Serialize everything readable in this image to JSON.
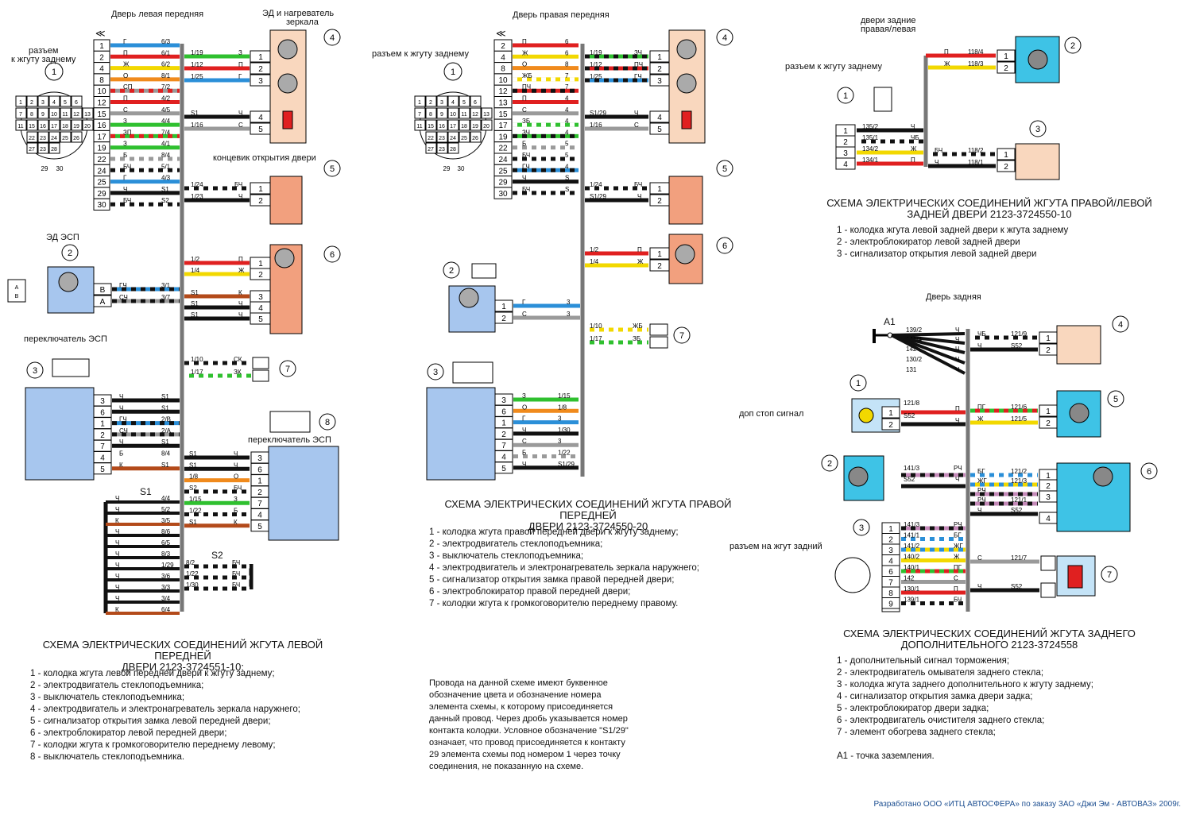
{
  "left_panel": {
    "door_label": "Дверь левая передняя",
    "mirror_label_1": "ЭД и нагреватель",
    "mirror_label_2": "зеркала",
    "connector_label_1": "разъем",
    "connector_label_2": "к жгуту заднему",
    "latch_switch_label": "концевик открытия двери",
    "esp_motor_label": "ЭД ЭСП",
    "esp_switch_label": "переключатель ЭСП",
    "esp_switch_label2": "переключатель ЭСП",
    "s1": "S1",
    "s2": "S2",
    "title_1": "СХЕМА ЭЛЕКТРИЧЕСКИХ СОЕДИНЕНИЙ ЖГУТА ЛЕВОЙ ПЕРЕДНЕЙ",
    "title_2": "ДВЕРИ 2123-3724551-10:",
    "legend": [
      "1 - колодка жгута левой передней двери к жгуту заднему;",
      "2 - электродвигатель стеклоподъемника;",
      "3 - выключатель стеклоподъемника;",
      "4 - электродвигатель и электронагреватель зеркала наружнего;",
      "5 - сигнализатор открытия замка левой передней двери;",
      "6 - электроблокиратор левой передней двери;",
      "7 - колодки жгута к громкоговорителю переднему левому;",
      "8  -  выключатель стеклоподъемника."
    ]
  },
  "middle_panel": {
    "door_label": "Дверь правая передняя",
    "connector_label": "разъем к жгуту заднему",
    "title_1": "СХЕМА ЭЛЕКТРИЧЕСКИХ СОЕДИНЕНИЙ ЖГУТА ПРАВОЙ ПЕРЕДНЕЙ",
    "title_2": "ДВЕРИ 2123-3724550-20",
    "legend": [
      "1 - колодка жгута правой передней двери к жгуту заднему;",
      "2 - электродвигатель стеклоподъемника;",
      "3 - выключатель стеклоподъемника;",
      "4 - электродвигатель и электронагреватель зеркала наружнего;",
      "5 - сигнализатор открытия замка правой передней двери;",
      "6 - электроблокиратор правой передней двери;",
      "7 - колодки жгута к громкоговорителю переднему правому."
    ],
    "note": [
      "Провода на данной схеме имеют буквенное",
      "обозначение цвета и обозначение номера",
      "элемента схемы, к которому присоединяется",
      "данный провод. Через дробь указывается номер",
      "контакта колодки.  Условное обозначение \"S1/29\"",
      "означает, что провод присоединяется к контакту",
      "29  элемента схемы под номером  1 через точку",
      "соединения, не показанную на схеме."
    ]
  },
  "rear_side_panel": {
    "label_1": "двери задние",
    "label_2": "правая/левая",
    "connector_label": "разъем к жгуту заднему",
    "title_1": "СХЕМА ЭЛЕКТРИЧЕСКИХ СОЕДИНЕНИЙ ЖГУТА ПРАВОЙ/ЛЕВОЙ",
    "title_2": "ЗАДНЕЙ ДВЕРИ 2123-3724550-10",
    "legend": [
      "1 - колодка жгута левой задней двери к жгута заднему",
      "2 - электроблокиратор левой задней двери",
      "3 - сигнализатор открытия левой задней двери"
    ],
    "wires": [
      {
        "label": "135/2",
        "letter": "Ч"
      },
      {
        "label": "135/1",
        "letter": "ЧБ"
      },
      {
        "label": "134/2",
        "letter": "Ж"
      },
      {
        "label": "134/1",
        "letter": "П"
      }
    ]
  },
  "tailgate_panel": {
    "label": "Дверь задняя",
    "ground": "А1",
    "stop_label": "доп стоп сигнал",
    "connector_label": "разъем на жгут задний",
    "title_1": "СХЕМА ЭЛЕКТРИЧЕСКИХ СОЕДИНЕНИЙ ЖГУТА ЗАДНЕГО",
    "title_2": "ДОПОЛНИТЕЛЬНОГО 2123-3724558",
    "legend": [
      "1 - дополнительный сигнал торможения;",
      "2 - электродвигатель омывателя заднего стекла;",
      "3 - колодка жгута заднего дополнительного к жгуту заднему;",
      "4 - сигнализатор открытия замка двери задка;",
      "5 - электроблокиратор двери задка;",
      "6 - электродвигатель очистителя заднего стекла;",
      "7 - элемент обогрева заднего стекла;",
      "",
      "А1 - точка заземления."
    ],
    "connector3_wires": [
      {
        "pin": "1",
        "label": "141/3",
        "letter": "РЧ"
      },
      {
        "pin": "2",
        "label": "141/1",
        "letter": "БГ"
      },
      {
        "pin": "3",
        "label": "141/2",
        "letter": "ЖГ"
      },
      {
        "pin": "4",
        "label": "140/2",
        "letter": "Ж"
      },
      {
        "pin": "6",
        "label": "140/1",
        "letter": "ПГ"
      },
      {
        "pin": "7",
        "label": "142",
        "letter": "С"
      },
      {
        "pin": "8",
        "label": "130/1",
        "letter": "П"
      },
      {
        "pin": "9",
        "label": "139/1",
        "letter": "БЧ"
      }
    ]
  },
  "footer": "Разработано ООО «ИТЦ АВТОСФЕРА» по заказу ЗАО «Джи Эм - АВТОВАЗ» 2009г."
}
